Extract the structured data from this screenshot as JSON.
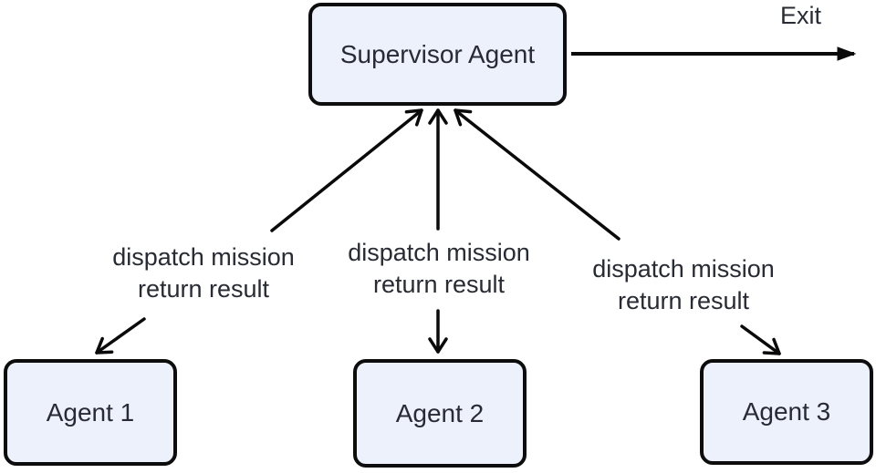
{
  "diagram": {
    "nodes": {
      "supervisor": {
        "label": "Supervisor Agent"
      },
      "agent1": {
        "label": "Agent 1"
      },
      "agent2": {
        "label": "Agent 2"
      },
      "agent3": {
        "label": "Agent 3"
      }
    },
    "edges": {
      "exit": {
        "label": "Exit"
      },
      "agent1": {
        "line1": "dispatch mission",
        "line2": "return result"
      },
      "agent2": {
        "line1": "dispatch mission",
        "line2": "return result"
      },
      "agent3": {
        "line1": "dispatch mission",
        "line2": "return result"
      }
    },
    "colors": {
      "background": "#ffffff",
      "node_fill": "#edf1fb",
      "node_border": "#0d0d0d",
      "text": "#282b33",
      "arrow": "#0a0a0a"
    }
  }
}
